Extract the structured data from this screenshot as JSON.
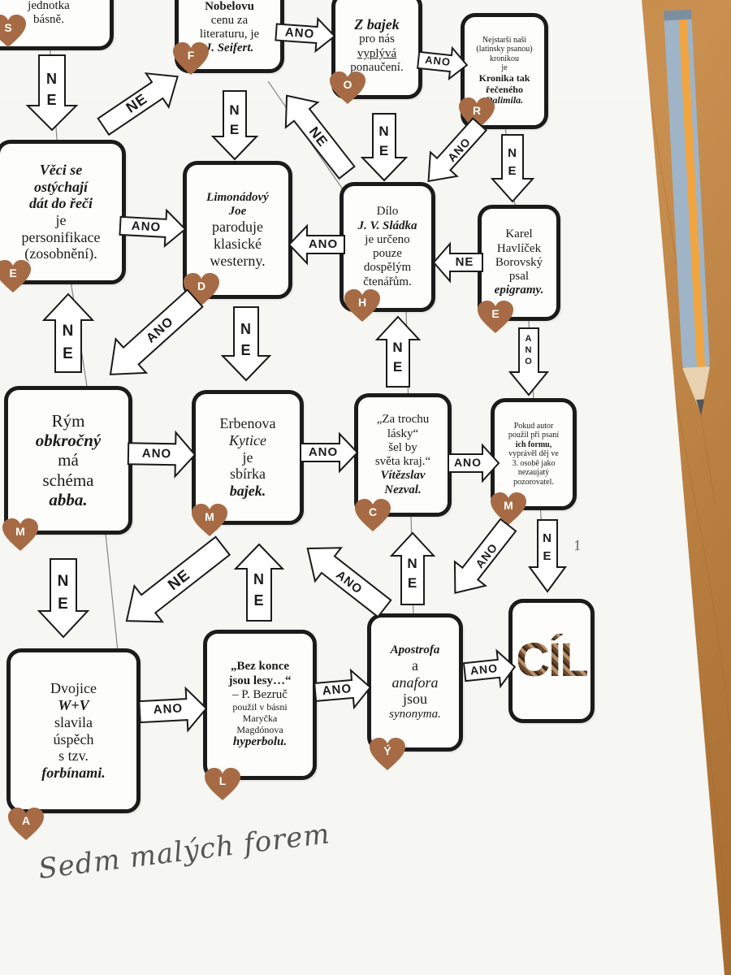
{
  "boxes": {
    "s_partial": {
      "l1": "jednotka",
      "l2": "básně."
    },
    "f_nobel": {
      "l1": "Nobelovu",
      "l2": "cenu za",
      "l3": "literaturu, je",
      "l4": "J. Seifert."
    },
    "o_bajek": {
      "l1": "Z bajek",
      "l2": "pro nás",
      "l3": "vyplývá",
      "l4": "ponaučení."
    },
    "r_dalimil": {
      "l1": "Nejstarší naší",
      "l2": "(latinsky psanou)",
      "l3": "kronikou",
      "l4": "je",
      "l5": "Kronika tak",
      "l6": "řečeného",
      "l7": "Dalimila."
    },
    "e_personifikace": {
      "l1": "Věci se",
      "l2": "ostýchají",
      "l3": "dát do řeči",
      "l4": "je",
      "l5": "personifikace",
      "l6": "(zosobnění)."
    },
    "d_limonadovy": {
      "l1": "Limonádový",
      "l2": "Joe",
      "l3": "paroduje",
      "l4": "klasické",
      "l5": "westerny."
    },
    "h_sladek": {
      "l1": "Dílo",
      "l2": "J. V. Sládka",
      "l3": "je určeno",
      "l4": "pouze",
      "l5": "dospělým",
      "l6": "čtenářům."
    },
    "e_havlicek": {
      "l1": "Karel",
      "l2": "Havlíček",
      "l3": "Borovský",
      "l4": "psal",
      "l5": "epigramy."
    },
    "m_rym": {
      "l1": "Rým",
      "l2": "obkročný",
      "l3": "má",
      "l4": "schéma",
      "l5": "abba."
    },
    "m_kytice": {
      "l1": "Erbenova",
      "l2": "Kytice",
      "l3": "je",
      "l4": "sbírka",
      "l5": "bajek."
    },
    "c_nezval": {
      "l1": "„Za trochu",
      "l2": "lásky“",
      "l3": "šel by",
      "l4": "světa kraj.“",
      "l5": "Vítězslav",
      "l6": "Nezval."
    },
    "m_autor": {
      "l1": "Pokud autor",
      "l2": "použil při psaní",
      "l3": "ich formu,",
      "l4": "vyprávěl děj ve",
      "l5": "3. osobě jako",
      "l6": "nezaujatý",
      "l7": "pozorovatel."
    },
    "a_dvojice": {
      "l1": "Dvojice",
      "l2": "W+V",
      "l3": "slavila",
      "l4": "úspěch",
      "l5": "s tzv.",
      "l6": "forbínami."
    },
    "l_bezruc": {
      "l1": "„Bez konce",
      "l2": "jsou lesy…“",
      "l3": "– P. Bezruč",
      "l4": "použil v básni",
      "l5": "Maryčka",
      "l6": "Magdónova",
      "l7": "hyperbolu."
    },
    "y_apostrofa": {
      "l1": "Apostrofa",
      "l2": "a",
      "l3": "anafora",
      "l4": "jsou",
      "l5": "synonyma."
    },
    "goal": {
      "text": "CÍL"
    }
  },
  "hearts": [
    "S",
    "F",
    "O",
    "R",
    "E",
    "D",
    "H",
    "E",
    "M",
    "M",
    "C",
    "M",
    "A",
    "L",
    "Ý"
  ],
  "arrow_labels": {
    "yes": "ANO",
    "no": "NE"
  },
  "handwriting": "Sedm malých forem",
  "margin_note": "1",
  "colors": {
    "heart": "#a66b45",
    "border": "#1b1b1b",
    "paper": "#fdfdfb",
    "desk": "#b07a3c",
    "pencil": "#9fb4c6"
  }
}
